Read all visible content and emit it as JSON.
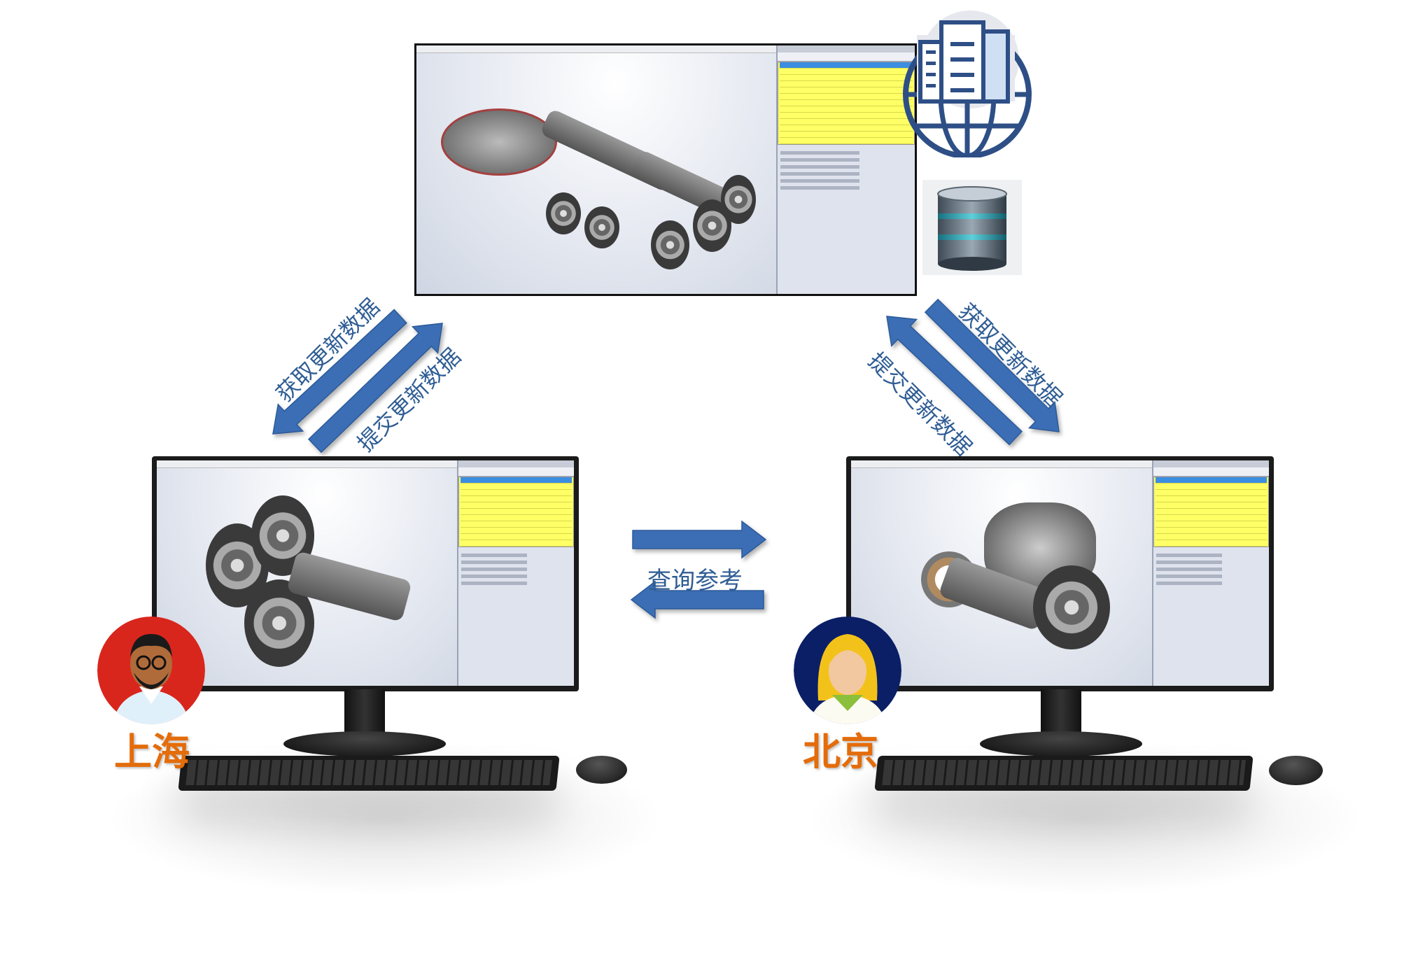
{
  "center_server": {
    "label_icon": "enterprise-building-globe-icon",
    "database_icon": "database-icon"
  },
  "arrows": {
    "left_get": "获取更新数据",
    "left_submit": "提交更新数据",
    "right_get": "获取更新数据",
    "right_submit": "提交更新数据",
    "center_query": "查询参考"
  },
  "clients": [
    {
      "city": "上海",
      "avatar": "man-avatar-icon",
      "avatar_bg": "#d9261c"
    },
    {
      "city": "北京",
      "avatar": "woman-avatar-icon",
      "avatar_bg": "#0b1f66"
    }
  ],
  "colors": {
    "arrow": "#3b6eb5",
    "city_label": "#e46c0a",
    "panel_list": "#ffff66",
    "text": "#2f5d94"
  }
}
